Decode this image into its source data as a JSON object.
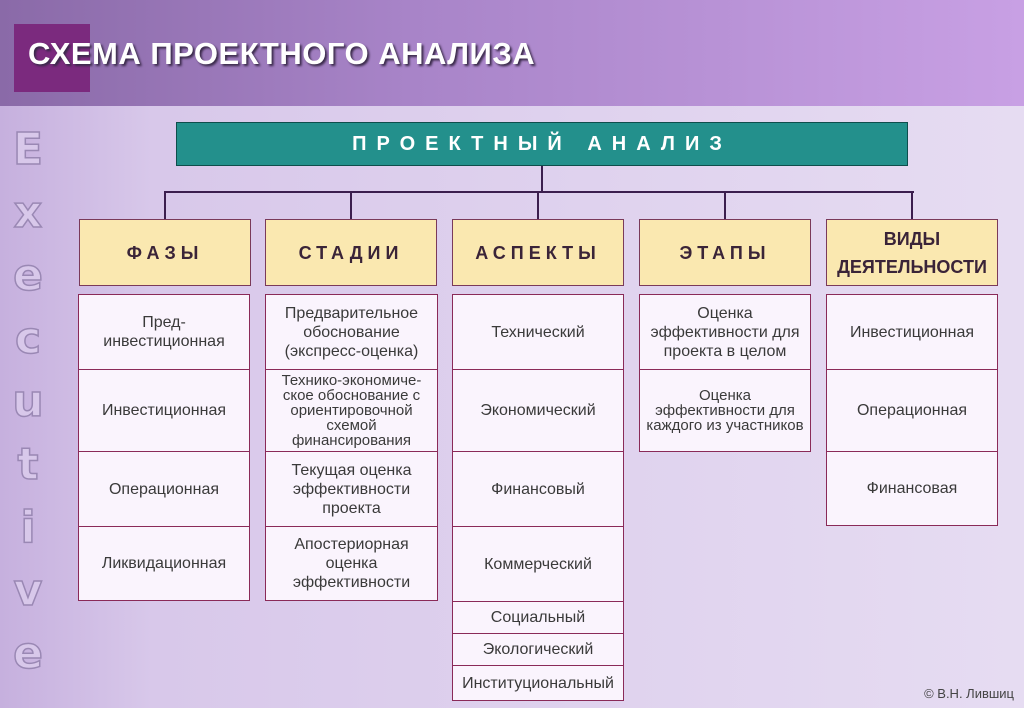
{
  "title": "СХЕМА ПРОЕКТНОГО АНАЛИЗА",
  "side_word": [
    "E",
    "x",
    "e",
    "c",
    "u",
    "t",
    "i",
    "v",
    "e"
  ],
  "root": "ПРОЕКТНЫЙ АНАЛИЗ",
  "columns": [
    {
      "header": "ФАЗЫ",
      "items": [
        "Пред-\nинвестиционная",
        "Инвестиционная",
        "Операционная",
        "Ликвидационная"
      ]
    },
    {
      "header": "СТАДИИ",
      "items": [
        "Предварительное обоснование (экспресс-оценка)",
        "Технико-экономиче-ское обоснование с ориентировочной схемой финансирования",
        "Текущая оценка эффективности проекта",
        "Апостериорная оценка эффективности"
      ]
    },
    {
      "header": "АСПЕКТЫ",
      "items": [
        "Технический",
        "Экономический",
        "Финансовый",
        "Коммерческий",
        "Социальный",
        "Экологический",
        "Институциональный"
      ]
    },
    {
      "header": "ЭТАПЫ",
      "items": [
        "Оценка эффективности для проекта в целом",
        "Оценка эффективности для каждого из участников"
      ]
    },
    {
      "header": "ВИДЫ ДЕЯТЕЛЬНОСТИ",
      "items": [
        "Инвестиционная",
        "Операционная",
        "Финансовая"
      ]
    }
  ],
  "copyright": "© В.Н. Лившиц"
}
